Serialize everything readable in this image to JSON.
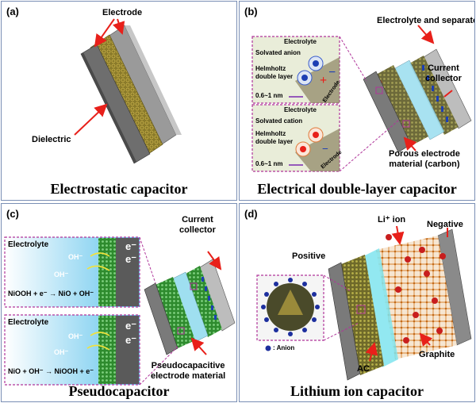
{
  "panel_a": {
    "label": "(a)",
    "title": "Electrostatic capacitor",
    "electrode": "Electrode",
    "dielectric": "Dielectric"
  },
  "panel_b": {
    "label": "(b)",
    "title": "Electrical double-layer capacitor",
    "electrolyte_separator": "Electrolyte and separator",
    "current_collector_1": "Current",
    "current_collector_2": "collector",
    "porous_1": "Porous electrode",
    "porous_2": "material (carbon)",
    "inset_top": {
      "electrolyte": "Electrolyte",
      "solvated": "Solvated anion",
      "helmholtz_1": "Helmholtz",
      "helmholtz_2": "double layer",
      "distance": "0.6~1 nm",
      "electrode": "Electrode"
    },
    "inset_bottom": {
      "electrolyte": "Electrolyte",
      "solvated": "Solvated cation",
      "helmholtz_1": "Helmholtz",
      "helmholtz_2": "double layer",
      "distance": "0.6~1 nm",
      "electrode": "Electrode"
    }
  },
  "panel_c": {
    "label": "(c)",
    "title": "Pseudocapacitor",
    "current_collector_1": "Current",
    "current_collector_2": "collector",
    "pseudo_1": "Pseudocapacitive",
    "pseudo_2": "electrode material",
    "inset_top": {
      "electrolyte": "Electrolyte",
      "oh1": "OH⁻",
      "oh2": "OH⁻",
      "e1": "e⁻",
      "e2": "e⁻",
      "reaction": "NiOOH + e⁻ → NiO + OH⁻"
    },
    "inset_bottom": {
      "electrolyte": "Electrolyte",
      "oh1": "OH⁻",
      "oh2": "OH⁻",
      "e1": "e⁻",
      "e2": "e⁻",
      "reaction": "NiO + OH⁻ → NiOOH + e⁻"
    }
  },
  "panel_d": {
    "label": "(d)",
    "title": "Lithium ion capacitor",
    "li_ion": "Li⁺ ion",
    "negative": "Negative",
    "positive": "Positive",
    "ac": "AC",
    "graphite": "Graphite",
    "anion": ": Anion"
  },
  "colors": {
    "border": "#7a8fb5",
    "arrow": "#e8201a",
    "inset_border": "#b0359a",
    "collector": "#7f7f7f",
    "electrode_gold": "#8a7a2a",
    "electrolyte_blue": "#5fd3e8",
    "green_electrode": "#2e8b2e",
    "graphite_orange": "#d9822b",
    "li_red": "#c81e1e",
    "anion_blue": "#1d2f9e"
  }
}
